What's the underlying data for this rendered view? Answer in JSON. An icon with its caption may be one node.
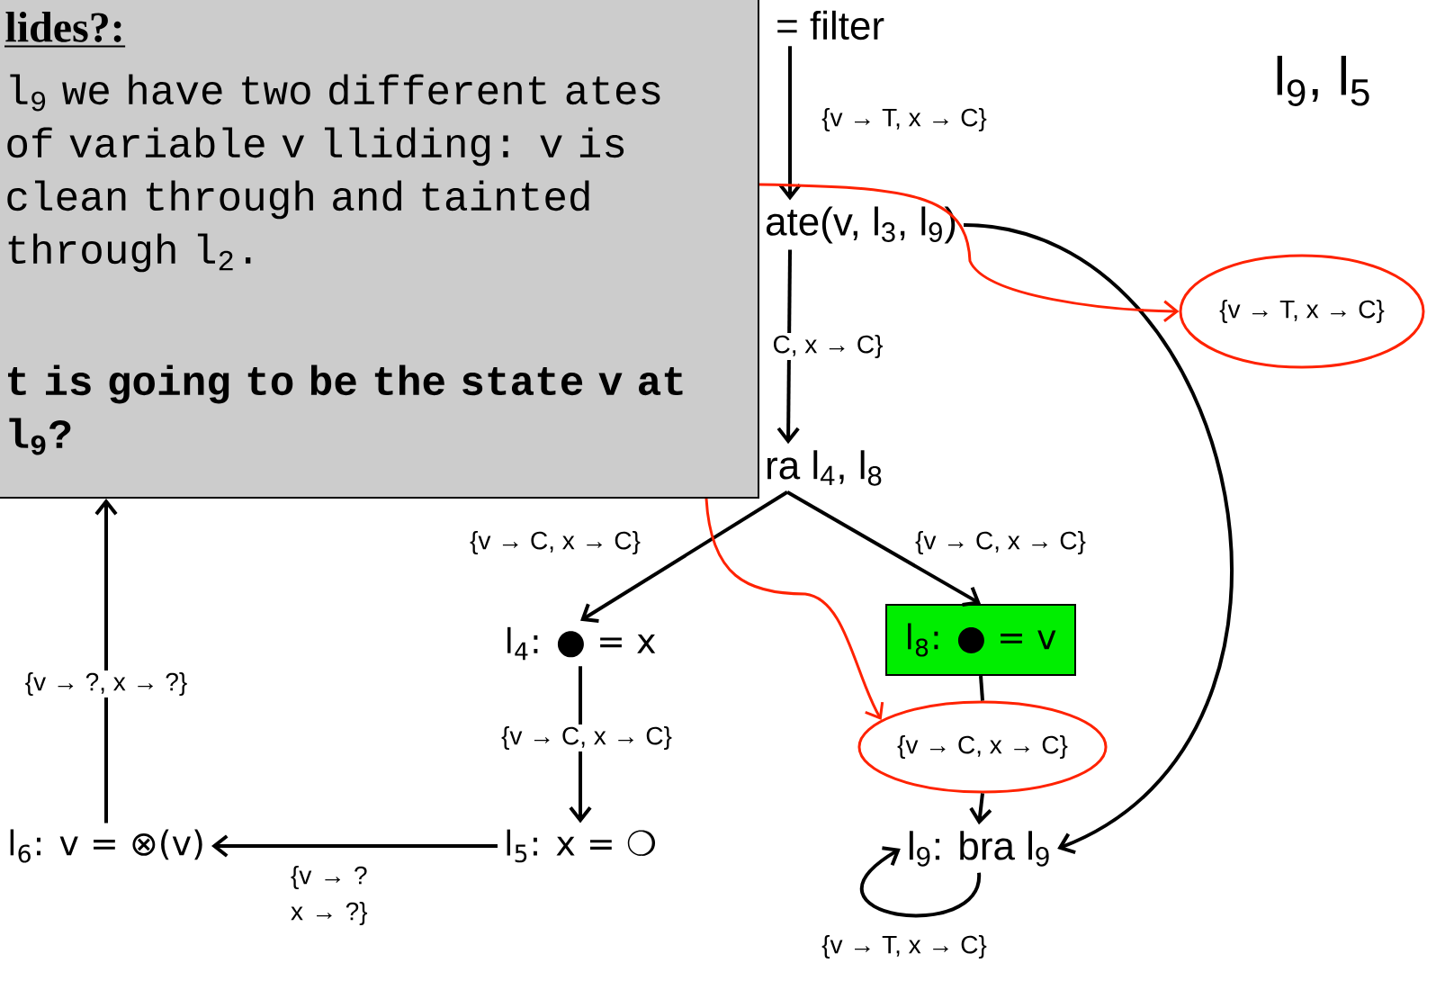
{
  "diagram": {
    "nodes": [
      {
        "text": [
          "lides?:",
          "l$_{9}$ we have two different ates of variable v lliding: v is clean through and tainted through l$_{2}$.",
          "t is going to be the state v at l$_{9}$?"
        ]
      },
      {
        "text": [
          "= filter"
        ]
      },
      {
        "text": [
          "ate(v, l$_{3}$, l$_{9}$)"
        ]
      },
      {
        "text": [
          "ra l$_{4}$, l$_{8}$"
        ]
      },
      {
        "text": [
          "l$_{4}$: ● = x"
        ]
      },
      {
        "text": [
          "l$_{8}$: ● = v"
        ]
      },
      {
        "text": [
          "l$_{5}$: x = ❍"
        ]
      },
      {
        "text": [
          "l$_{6}$: v = ⊗(v)"
        ]
      },
      {
        "text": [
          "l$_{9}$: bra l$_{9}$"
        ]
      },
      {
        "text": [
          "{v → T, x → C}"
        ]
      },
      {
        "text": [
          "{v → C, x → C}"
        ]
      }
    ],
    "edges": [
      {
        "from": 1,
        "to": 2,
        "arrow": "to",
        "label": "{v → T, x → C}"
      },
      {
        "from": 2,
        "to": 3,
        "arrow": "to",
        "label": "C, x → C}"
      },
      {
        "from": 3,
        "to": 4,
        "arrow": "to",
        "label": "{v → C, x → C}"
      },
      {
        "from": 3,
        "to": 5,
        "arrow": "to",
        "label": "{v → C, x → C}"
      },
      {
        "from": 4,
        "to": 6,
        "arrow": "to",
        "label": "{v → C, x → C}"
      },
      {
        "from": 5,
        "to": 10,
        "arrow": "none"
      },
      {
        "from": 10,
        "to": 8,
        "arrow": "to"
      },
      {
        "from": 6,
        "to": 7,
        "arrow": "to",
        "label": "{v → ? x → ?}"
      },
      {
        "from": 7,
        "to": 0,
        "arrow": "to",
        "label": "{v → ?, x → ?}"
      },
      {
        "from": 2,
        "to": 8,
        "arrow": "to"
      },
      {
        "from": 8,
        "to": 8,
        "arrow": "to",
        "label": "{v → T, x → C}"
      },
      {
        "from": 0,
        "to": 9,
        "arrow": "to",
        "color": "#ff2200"
      },
      {
        "from": 0,
        "to": 10,
        "arrow": "to",
        "color": "#ff2200"
      }
    ],
    "labels": [
      "l$_{9}$, l$_{5}$"
    ]
  }
}
